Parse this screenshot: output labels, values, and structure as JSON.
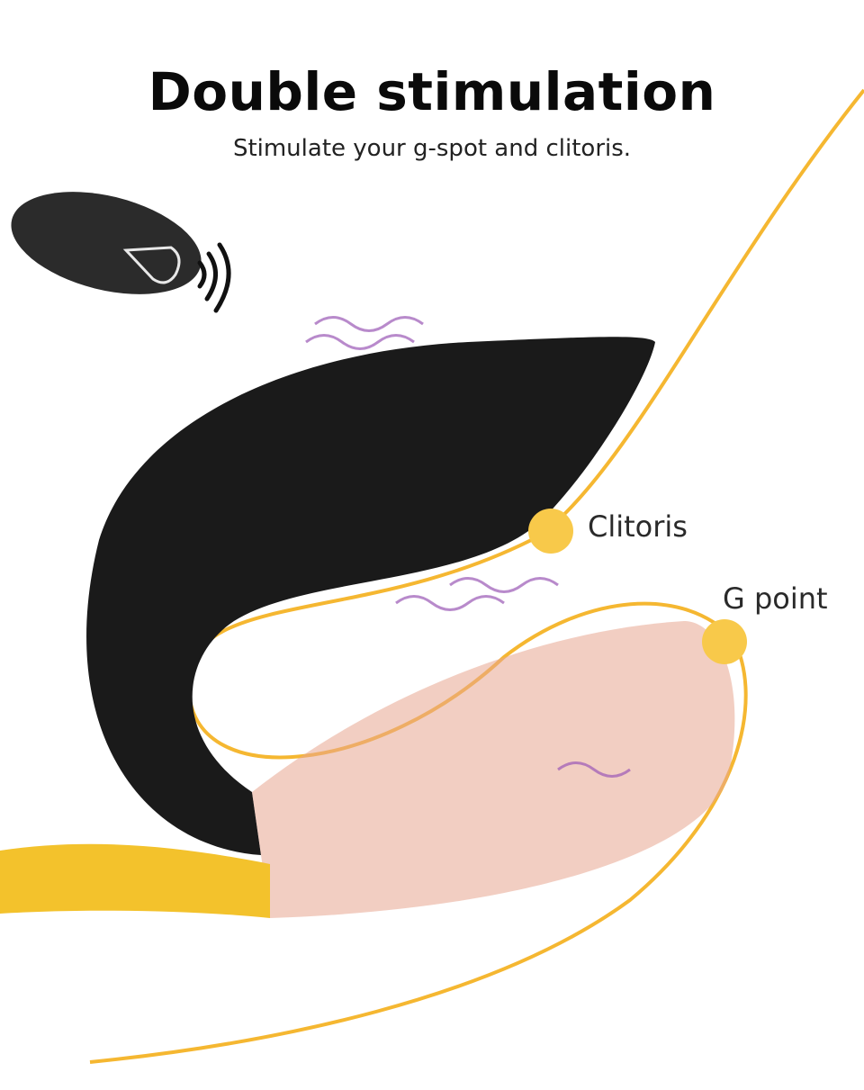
{
  "header": {
    "title": "Double stimulation",
    "subtitle": "Stimulate your g-spot and clitoris."
  },
  "callouts": [
    {
      "label": "Clitoris",
      "marker_color": "#F8C94A"
    },
    {
      "label": "G point",
      "marker_color": "#F8C94A"
    }
  ],
  "icons": {
    "remote": "remote-control-icon",
    "wireless": "wireless-signal-icon"
  },
  "colors": {
    "device_body": "#1a1a1a",
    "outline_line": "#F5B731",
    "vibration_lines": "#9B59B6",
    "background": "#ffffff"
  }
}
